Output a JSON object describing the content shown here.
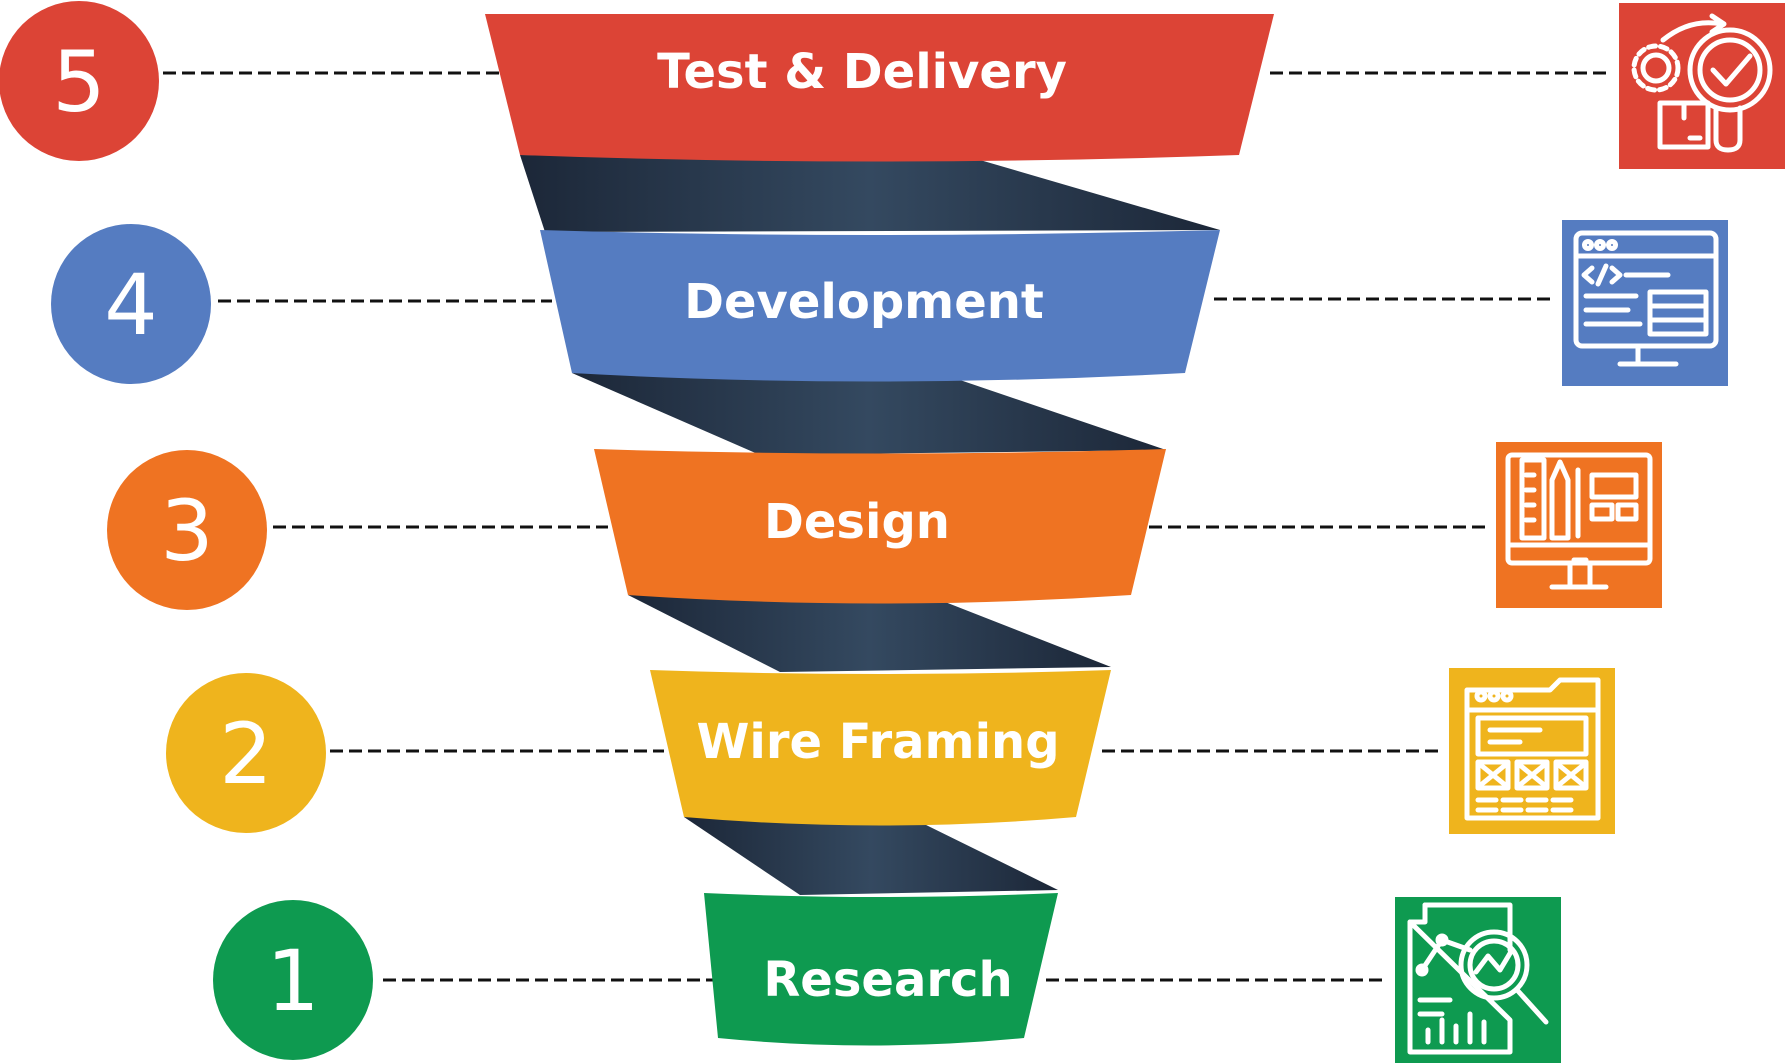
{
  "stages": [
    {
      "number": "5",
      "label": "Test & Delivery",
      "color": "#dc4436",
      "icon": "test-delivery-icon"
    },
    {
      "number": "4",
      "label": "Development",
      "color": "#557cc1",
      "icon": "code-window-icon"
    },
    {
      "number": "3",
      "label": "Design",
      "color": "#ef7322",
      "icon": "design-monitor-icon"
    },
    {
      "number": "2",
      "label": "Wire Framing",
      "color": "#efb41d",
      "icon": "wireframe-layout-icon"
    },
    {
      "number": "1",
      "label": "Research",
      "color": "#0e9a50",
      "icon": "research-analytics-icon"
    }
  ],
  "connector_color": "#2f3e52"
}
